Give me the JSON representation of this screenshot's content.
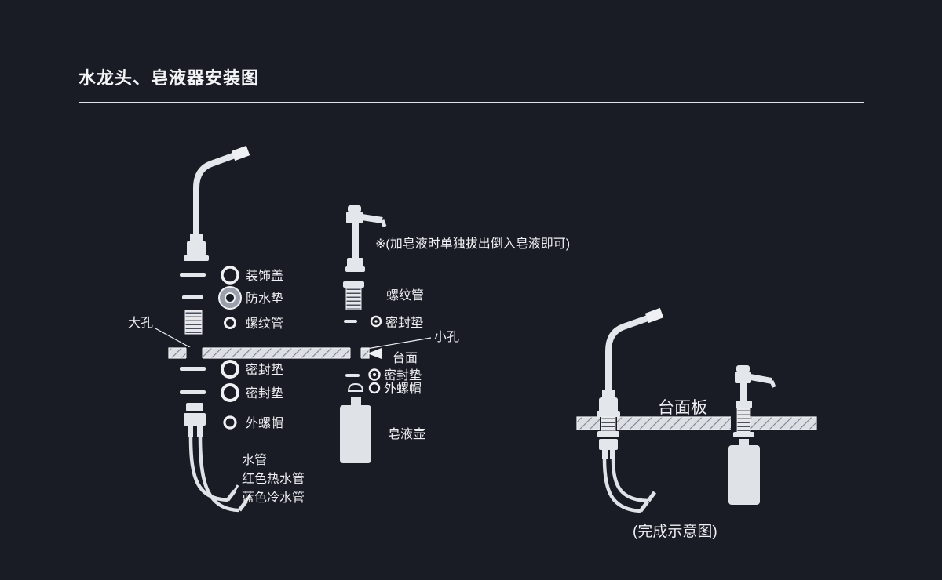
{
  "page": {
    "title": "水龙头、皂液器安装图",
    "background": "#191c24",
    "line_color": "#eef0f3"
  },
  "faucet_exploded": {
    "large_hole_label": "大孔",
    "rows": {
      "decorative_cover": "装饰盖",
      "waterproof_pad": "防水垫",
      "threaded_tube": "螺纹管",
      "seal_upper": "密封垫",
      "seal_lower": "密封垫",
      "outer_nut": "外螺帽"
    },
    "pipes": {
      "water_pipe": "水管",
      "hot": "红色热水管",
      "cold": "蓝色冷水管"
    }
  },
  "countertop": {
    "label": "台面",
    "small_hole_label": "小孔"
  },
  "soap_exploded": {
    "note": "※(加皂液时单独拔出倒入皂液即可)",
    "threaded_tube": "螺纹管",
    "seal_upper": "密封垫",
    "seal_lower": "密封垫",
    "outer_nut": "外螺帽",
    "bottle": "皂液壶"
  },
  "finished_view": {
    "board_label": "台面板",
    "caption": "(完成示意图)"
  }
}
